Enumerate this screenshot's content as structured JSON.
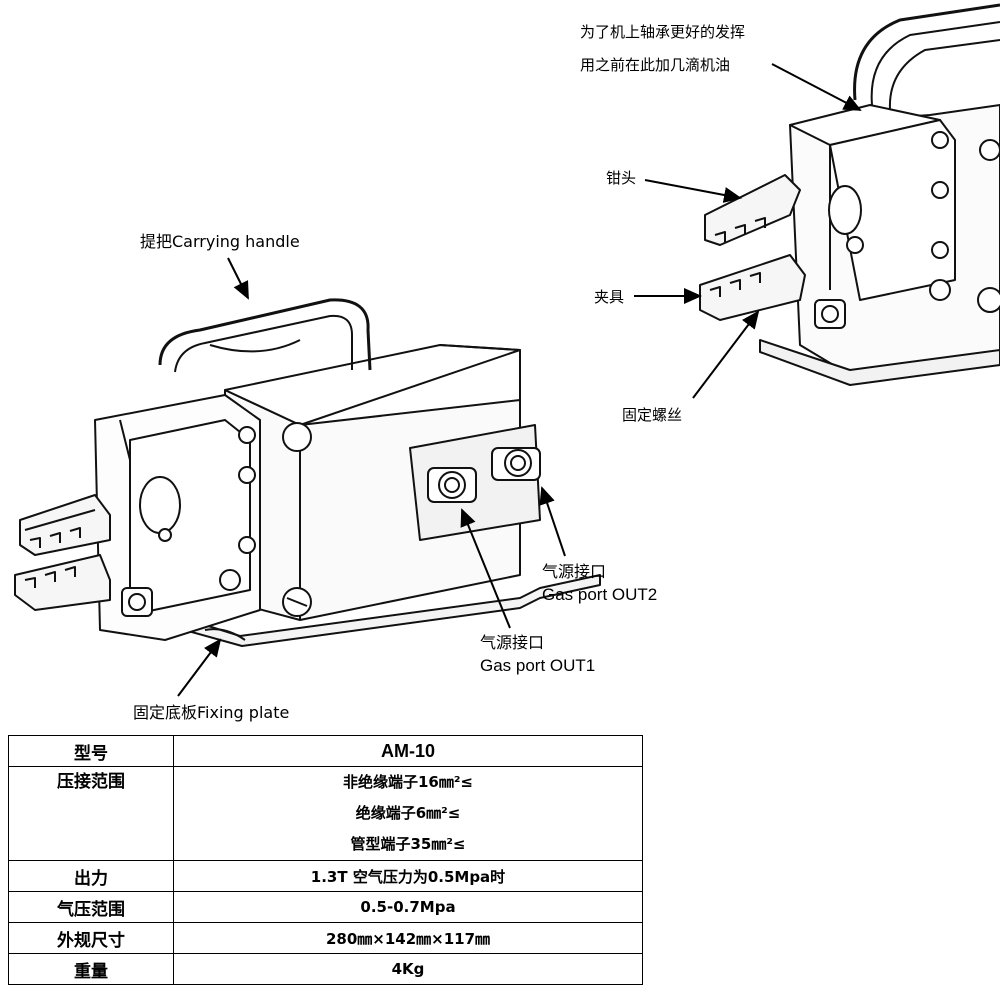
{
  "labels": {
    "carrying_handle": "提把Carrying handle",
    "fixing_plate": "固定底板Fixing plate",
    "gas_port_out1_cn": "气源接口",
    "gas_port_out1_en": "Gas port OUT1",
    "gas_port_out2_cn": "气源接口",
    "gas_port_out2_en": "Gas port OUT2",
    "oil_note_line1": "为了机上轴承更好的发挥",
    "oil_note_line2": "用之前在此加几滴机油",
    "crimp_head": "钳头",
    "clamp": "夹具",
    "fixing_screw": "固定螺丝"
  },
  "spec_table": {
    "model_label": "型号",
    "model_value": "AM-10",
    "range_label": "压接范围",
    "range_values": [
      "非绝缘端子16㎜²≤",
      "绝缘端子6㎜²≤",
      "管型端子35㎜²≤"
    ],
    "force_label": "出力",
    "force_value": "1.3T 空气压力为0.5Mpa时",
    "pressure_label": "气压范围",
    "pressure_value": "0.5-0.7Mpa",
    "size_label": "外规尺寸",
    "size_value": "280㎜×142㎜×117㎜",
    "weight_label": "重量",
    "weight_value": "4Kg"
  }
}
